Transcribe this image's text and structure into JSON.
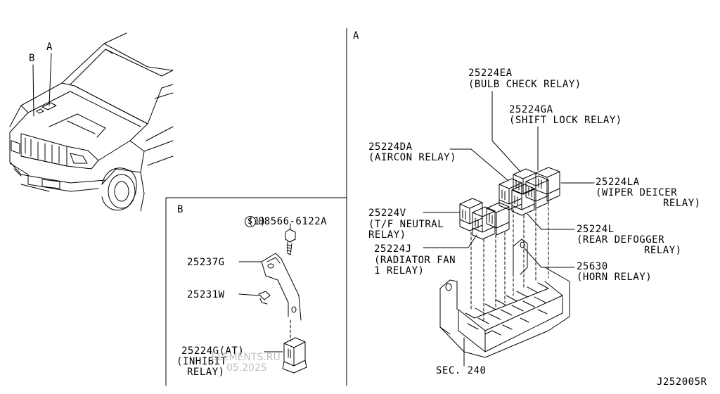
{
  "panels": {
    "overview": {
      "callout_a": "A",
      "callout_b": "B"
    },
    "detail_b": {
      "title": "B",
      "bolt_symbol": "S",
      "bolt_part": "08566-6122A",
      "bolt_qty": "(1)",
      "bracket_part": "25237G",
      "clip_part": "25231W",
      "relay_part": "25224G(AT)",
      "relay_desc_1": "(INHIBIT",
      "relay_desc_2": "RELAY)"
    },
    "detail_a": {
      "title": "A",
      "parts": [
        {
          "part": "25224EA",
          "desc": [
            "(BULB CHECK RELAY)"
          ]
        },
        {
          "part": "25224GA",
          "desc": [
            "(SHIFT LOCK RELAY)"
          ]
        },
        {
          "part": "25224DA",
          "desc": [
            "(AIRCON RELAY)"
          ]
        },
        {
          "part": "25224LA",
          "desc": [
            "(WIPER DEICER",
            "RELAY)"
          ]
        },
        {
          "part": "25224V",
          "desc": [
            "(T/F NEUTRAL",
            "RELAY)"
          ]
        },
        {
          "part": "25224L",
          "desc": [
            "(REAR DEFOGGER",
            "RELAY)"
          ]
        },
        {
          "part": "25224J",
          "desc": [
            "(RADIATOR FAN",
            "1 RELAY)"
          ]
        },
        {
          "part": "25630",
          "desc": [
            "(HORN RELAY)"
          ]
        }
      ],
      "section_ref": "SEC. 240"
    }
  },
  "diagram_code": "J252005R",
  "watermark": {
    "line1": "ELEMENTS.RU",
    "line2": "05.2025"
  }
}
